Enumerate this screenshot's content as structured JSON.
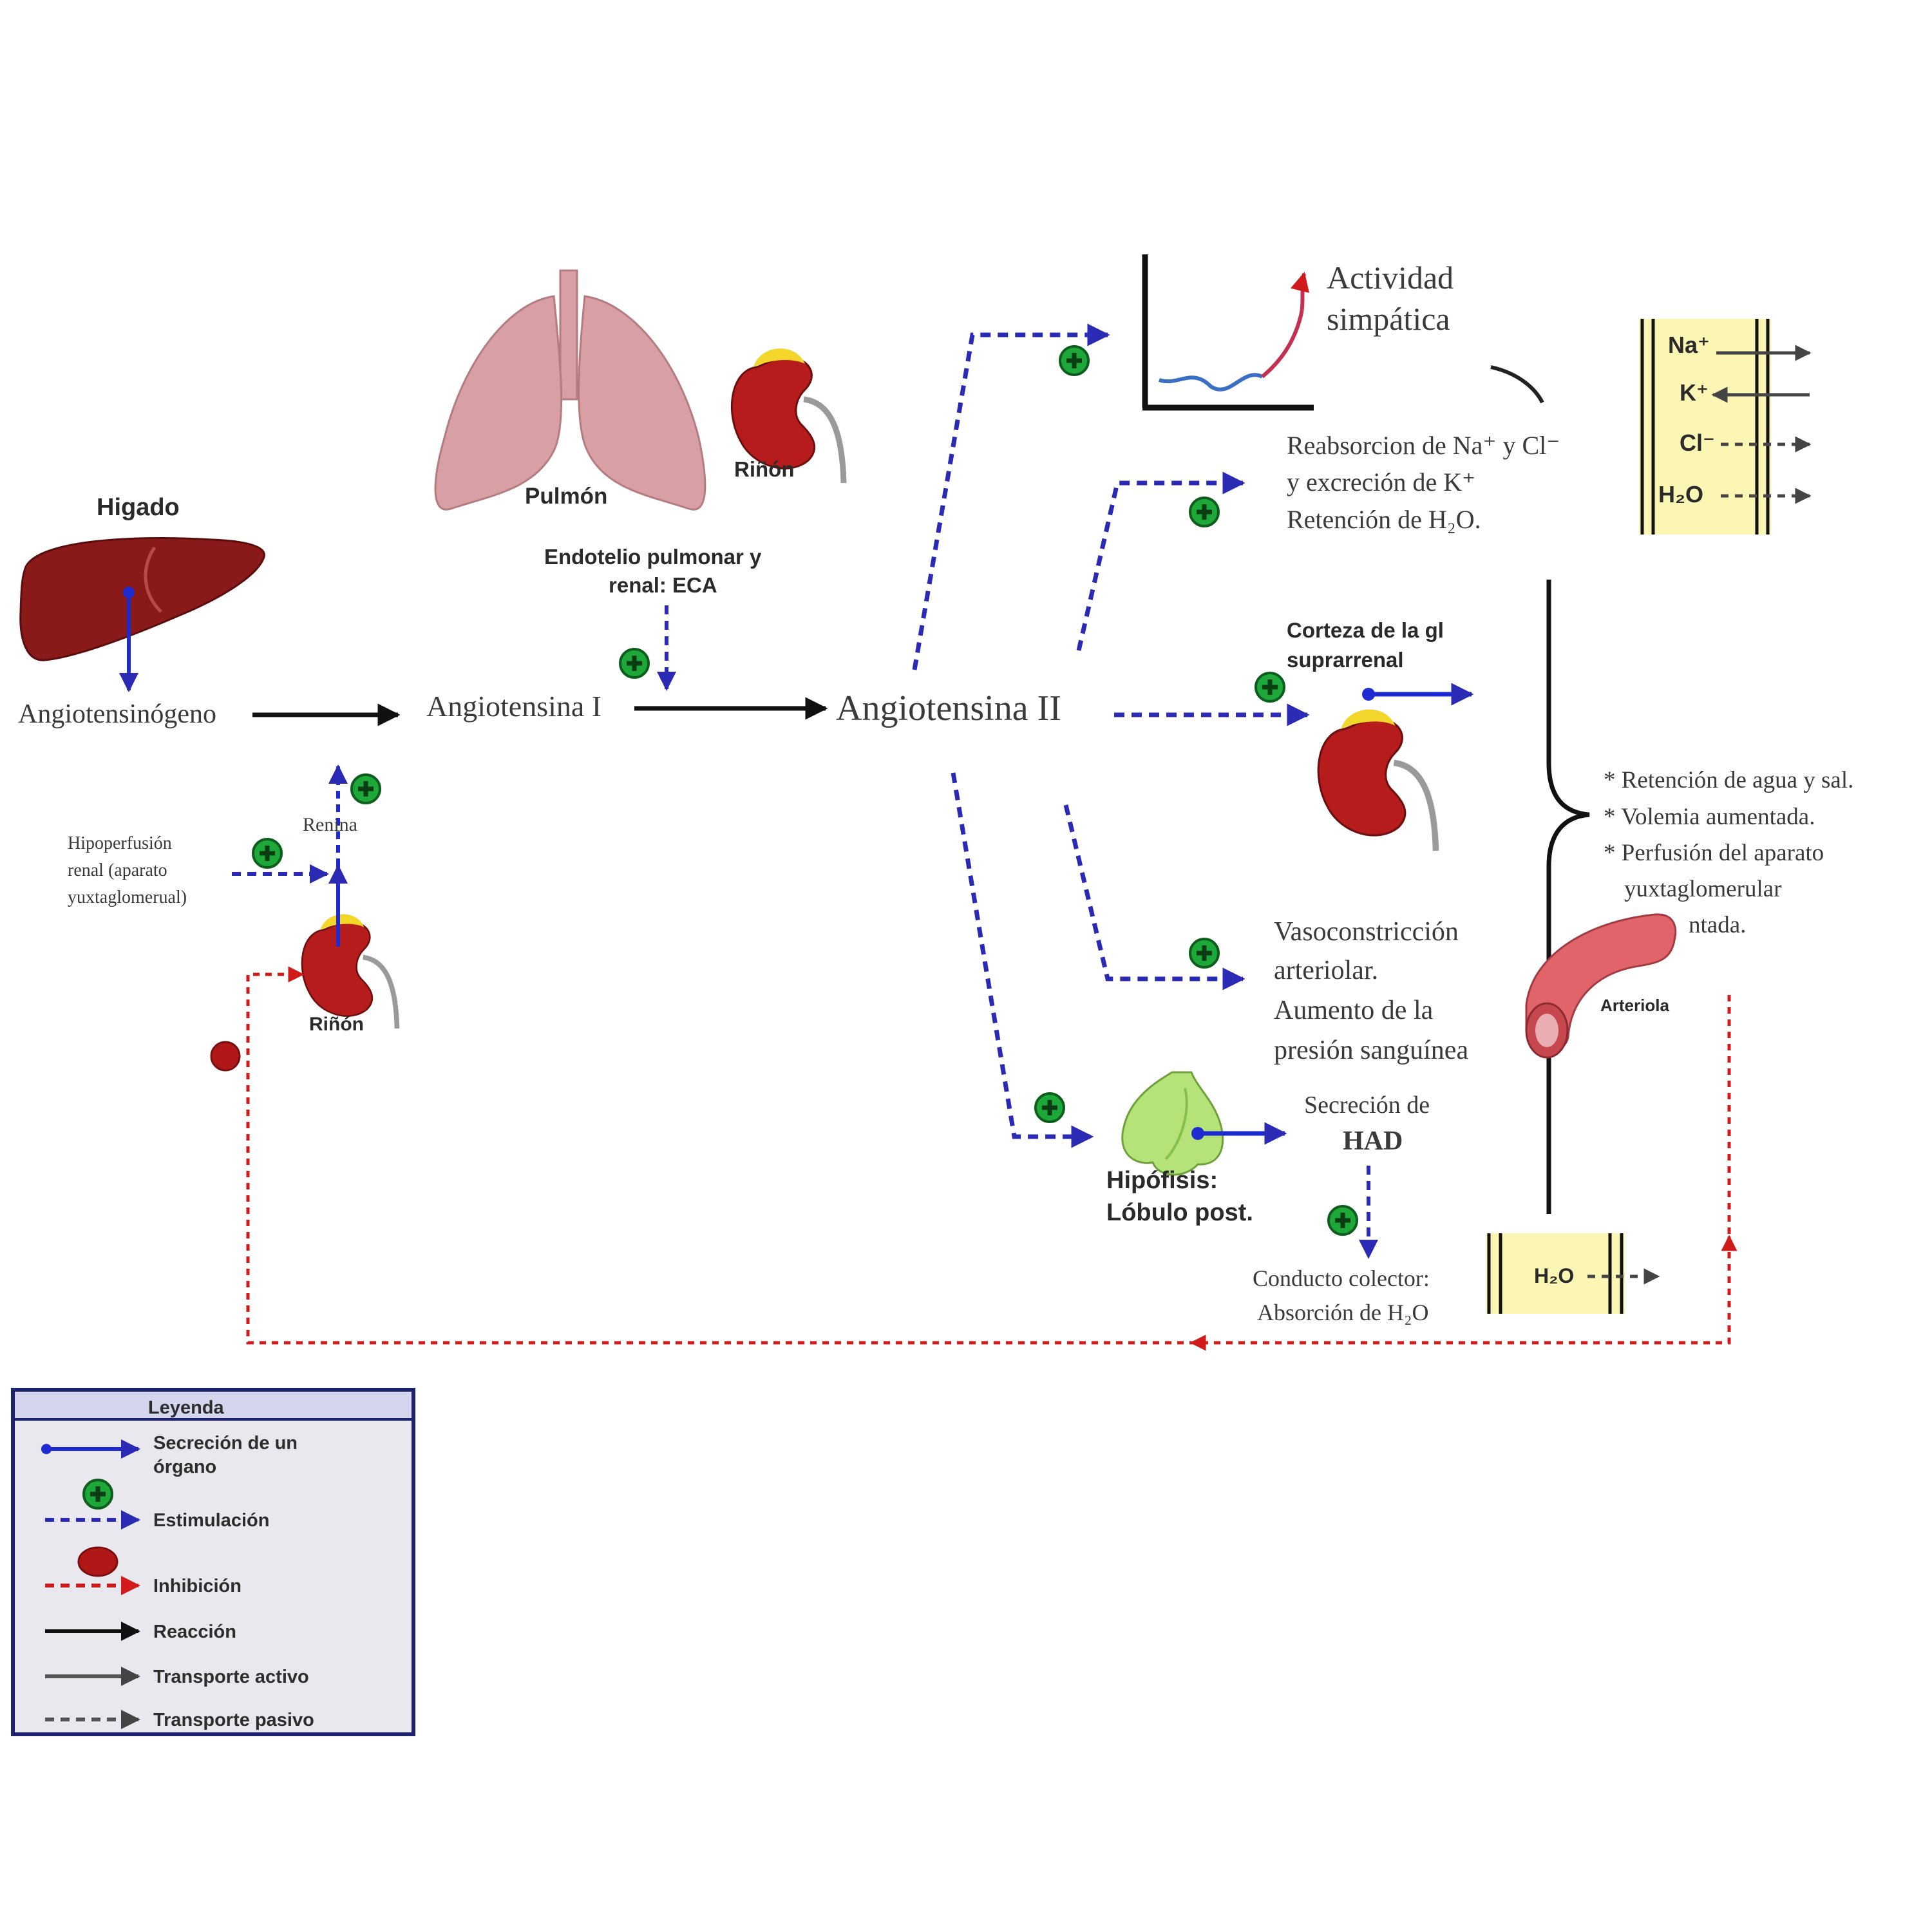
{
  "organs": {
    "higado": "Higado",
    "pulmon": "Pulmón",
    "rinon_top": "Riñón",
    "rinon_left": "Riñón",
    "arteriola": "Arteriola"
  },
  "labels": {
    "angiotensinogeno": "Angiotensinógeno",
    "angiotensina1": "Angiotensina I",
    "angiotensina2": "Angiotensina II",
    "endotelio_l1": "Endotelio pulmonar y",
    "endotelio_l2": "renal: ECA",
    "renina": "Renina",
    "hipo_l1": "Hipoperfusión",
    "hipo_l2": "renal (aparato",
    "hipo_l3": "yuxtaglomerual)",
    "act_l1": "Actividad",
    "act_l2": "simpática",
    "reab_l1": "Reabsorcion de Na⁺ y Cl⁻",
    "reab_l2": "y excreción de K⁺",
    "reab_l3": "Retención de H₂O.",
    "corteza_l1": "Corteza de la gl",
    "corteza_l2": "suprarrenal",
    "vaso_l1": "Vasoconstricción",
    "vaso_l2": "arteriolar.",
    "vaso_l3": "Aumento de la",
    "vaso_l4": "presión sanguínea",
    "sec_l1": "Secreción de",
    "sec_l2": "HAD",
    "hipo_post_l1": "Hipófisis:",
    "hipo_post_l2": "Lóbulo post.",
    "conducto_l1": "Conducto colector:",
    "conducto_l2": "Absorción de H₂O",
    "res_l1": "* Retención de agua y sal.",
    "res_l2": "* Volemia aumentada.",
    "res_l3": "* Perfusión del aparato",
    "res_l4": "yuxtaglomerular",
    "res_l5": "ntada."
  },
  "ions": {
    "na": "Na⁺",
    "k": "K⁺",
    "cl": "Cl⁻",
    "h2o": "H₂O",
    "h2o_collector": "H₂O"
  },
  "legend": {
    "title": "Leyenda",
    "secrecion_l1": "Secreción de un",
    "secrecion_l2": "órgano",
    "estimulacion": "Estimulación",
    "inhibicion": "Inhibición",
    "reaccion": "Reacción",
    "activo": "Transporte activo",
    "pasivo": "Transporte pasivo"
  },
  "colors": {
    "stimulation": "#2a2ab5",
    "inhibition": "#d11a1a",
    "reaction": "#111111",
    "secretion": "#1d2bd0",
    "plus_badge": "#1fa83a",
    "minus_badge": "#b01818",
    "liver": "#8a1a1a",
    "kidney": "#b71c1c",
    "adrenal": "#f2d62a",
    "lung": "#d8a0a4",
    "membrane": "#fbf6b3",
    "legend_bg": "#e8e8ee",
    "legend_header": "#d4d6ee",
    "legend_border": "#1c2470"
  },
  "icons": {
    "stimulation_badge": "plus-circle-icon",
    "inhibition_badge": "red-circle-icon",
    "trend_graph": "rising-graph-icon"
  }
}
